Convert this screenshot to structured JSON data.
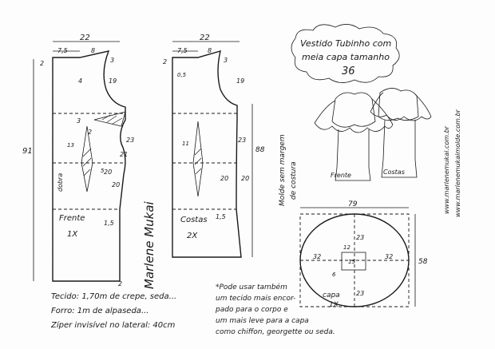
{
  "title": {
    "line1": "Vestido Tubinho com",
    "line2": "meia capa tamanho",
    "size": "36"
  },
  "front_piece": {
    "width_label": "22",
    "top_left": "7,5",
    "top_mid": "8",
    "corner": "3",
    "neck": "2",
    "total_length": "91",
    "armhole_depth": "19",
    "shoulder_tab": "4",
    "bust_drop": "3",
    "dart_width": "2",
    "waist_drop": "23",
    "hip_width_1": "21",
    "hip_width_2": "20",
    "hip_width_3": "20",
    "hem_ease": "1,5",
    "side_small": "2",
    "dart_len_1": "13",
    "dart_len_2": "5",
    "fold_label": "dobra",
    "piece_name": "Frente",
    "piece_count": "1X"
  },
  "back_piece": {
    "width_label": "22",
    "top_left": "7,5",
    "top_mid": "8",
    "corner": "3",
    "neck": "2",
    "armhole_depth": "19",
    "half_dart": "0,5",
    "dart_len": "11",
    "waist_drop": "23",
    "hip_width_1": "20",
    "hip_width_2": "20",
    "side_length": "88",
    "hem_ease": "1,5",
    "piece_name": "Costas",
    "piece_count": "2X"
  },
  "cape": {
    "width": "79",
    "height": "58",
    "inner_w1": "32",
    "inner_w2": "32",
    "side_left": "23",
    "side_right": "23",
    "top_bar": "12",
    "neck_w": "15",
    "inner_h": "6",
    "piece_name": "capa",
    "piece_count": "1X"
  },
  "side_note": {
    "line1": "Molde sem margem",
    "line2": "de costura"
  },
  "sketch": {
    "front_label": "Frente",
    "back_label": "Costas"
  },
  "signature": "Marlene Mukai",
  "website": {
    "line1": "www.marlenemukai.com.br",
    "line2": "www.marlenemukaimolde.com.br"
  },
  "materials": {
    "fabric": "Tecido: 1,70m de crepe, seda...",
    "lining": "Forro: 1m de alpaseda...",
    "zipper": "Zíper invisível no lateral: 40cm"
  },
  "note": {
    "line1": "*Pode usar também",
    "line2": "um tecido mais encor-",
    "line3": "pado para o corpo e",
    "line4": "um mais leve para a capa",
    "line5": "como chiffon, georgette ou seda."
  }
}
